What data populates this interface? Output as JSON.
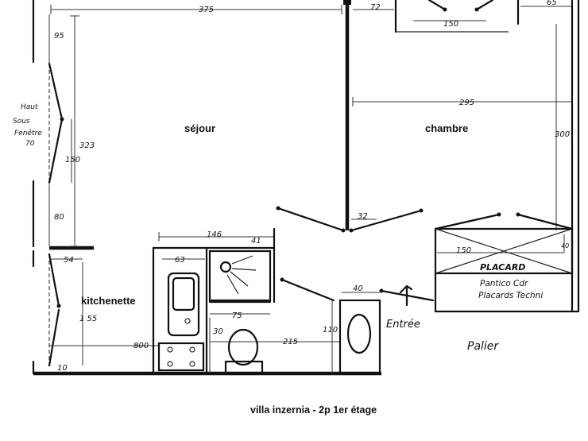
{
  "rooms": {
    "sejour": "séjour",
    "chambre": "chambre",
    "kitchenette": "kitchenette"
  },
  "caption": "villa inzernia - 2p 1er étage",
  "annotations": {
    "window_note": [
      "Haut",
      "Sous",
      "Fenêtre",
      "70"
    ],
    "placard": "PLACARD",
    "placard_sub_1": "Pantico Cdr",
    "placard_sub_2": "Placards Techni",
    "entree": "Entrée",
    "palier": "Palier"
  },
  "dimensions": {
    "d375": "375",
    "d72": "72",
    "d63_top": "65",
    "d150_top": "150",
    "d295": "295",
    "d300": "300",
    "d95": "95",
    "d323": "323",
    "d150_left": "150",
    "d80": "80",
    "d54": "54",
    "d155": "1 55",
    "d800": "800",
    "d10": "10",
    "d146": "146",
    "d41": "41",
    "d63": "63",
    "d75": "75",
    "d30": "30",
    "d215": "215",
    "d110": "110",
    "d40": "40",
    "d32": "32",
    "d150_placard": "150",
    "d40_placard": "40"
  }
}
